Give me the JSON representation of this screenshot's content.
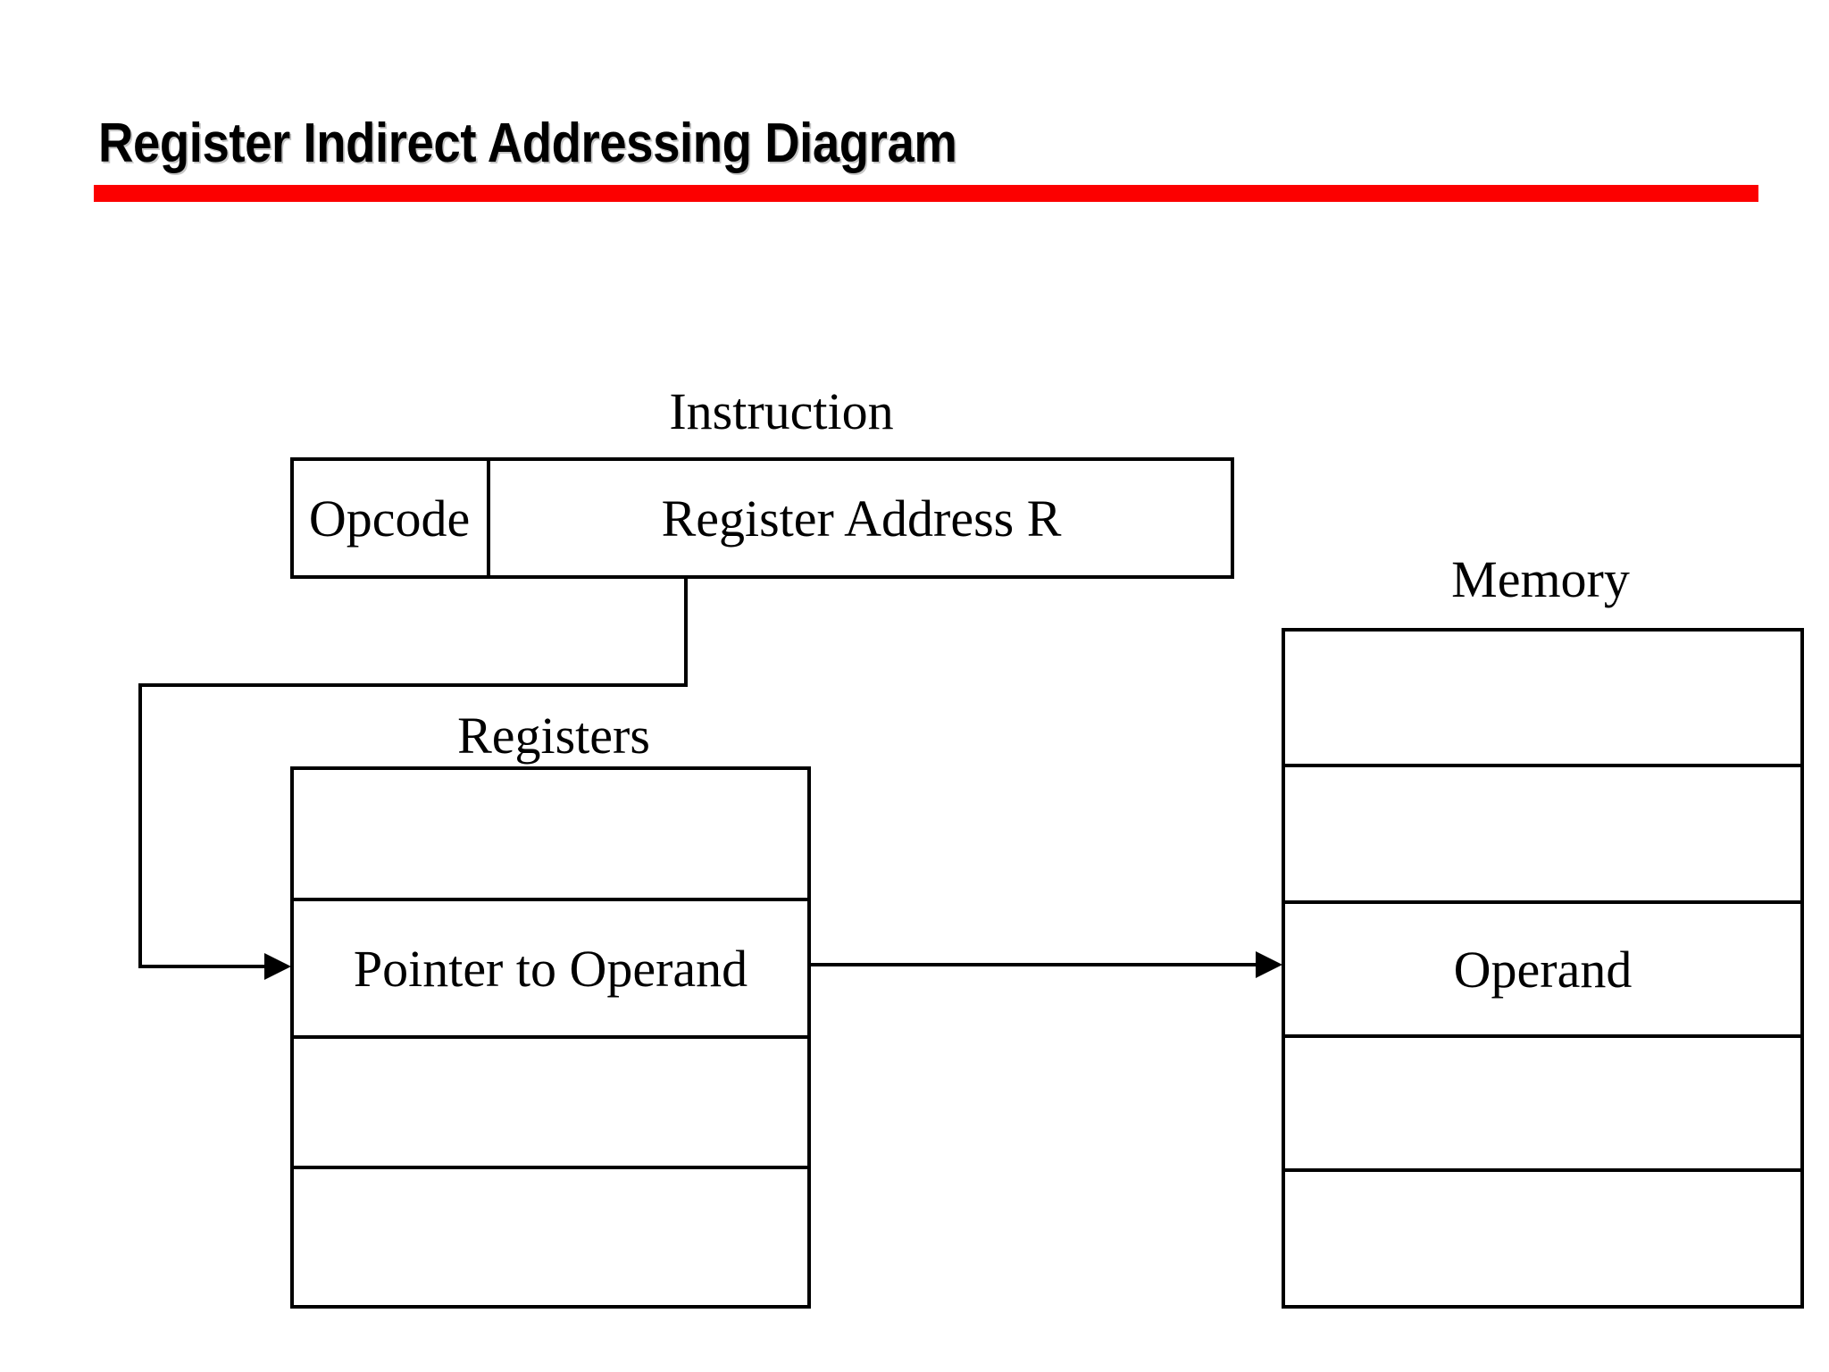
{
  "slide": {
    "title": "Register Indirect Addressing Diagram",
    "accent_color": "#FC0000",
    "line_color": "#000000",
    "background": "#FFFFFF"
  },
  "instruction": {
    "label": "Instruction",
    "fields": [
      {
        "name": "opcode",
        "text": "Opcode"
      },
      {
        "name": "register-address",
        "text": "Register Address R"
      }
    ]
  },
  "registers": {
    "label": "Registers",
    "rows": [
      {
        "text": ""
      },
      {
        "text": ""
      },
      {
        "text": "Pointer to Operand"
      },
      {
        "text": ""
      },
      {
        "text": ""
      }
    ]
  },
  "memory": {
    "label": "Memory",
    "rows": [
      {
        "text": ""
      },
      {
        "text": ""
      },
      {
        "text": "Operand"
      },
      {
        "text": ""
      },
      {
        "text": ""
      }
    ]
  },
  "connections": [
    {
      "name": "instruction-to-registers",
      "from": "register-address-field",
      "to": "pointer-to-operand-row"
    },
    {
      "name": "registers-to-memory",
      "from": "pointer-to-operand-row",
      "to": "operand-row"
    }
  ]
}
